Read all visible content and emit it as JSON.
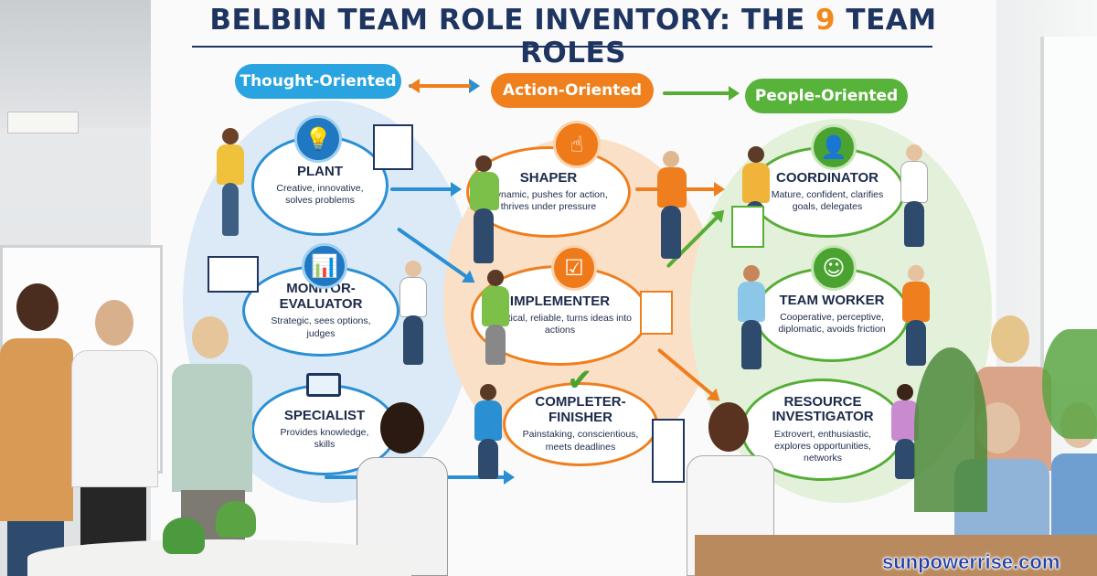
{
  "title": {
    "before": "BELBIN TEAM ROLE INVENTORY: THE ",
    "number": "9",
    "after": " TEAM ROLES"
  },
  "categories": {
    "thought": "Thought-Oriented",
    "action": "Action-Oriented",
    "people": "People-Oriented"
  },
  "roles": {
    "plant": {
      "name": "PLANT",
      "desc": "Creative, innovative, solves problems",
      "icon": "lightbulb-icon"
    },
    "monitor": {
      "name": "MONITOR-EVALUATOR",
      "desc": "Strategic, sees options, judges",
      "icon": "bar-chart-icon"
    },
    "specialist": {
      "name": "SPECIALIST",
      "desc": "Provides knowledge, skills",
      "icon": "laptop-icon"
    },
    "shaper": {
      "name": "SHAPER",
      "desc": "Dynamic, pushes for action, thrives under pressure",
      "icon": "person-pointing-icon"
    },
    "implementer": {
      "name": "IMPLEMENTER",
      "desc": "Practical, reliable, turns ideas into actions",
      "icon": "checklist-icon"
    },
    "completer": {
      "name": "COMPLETER-FINISHER",
      "desc": "Painstaking, conscientious, meets deadlines",
      "icon": "checkmark-icon"
    },
    "coordinator": {
      "name": "COORDINATOR",
      "desc": "Mature, confident, clarifies goals, delegates",
      "icon": "leader-icon"
    },
    "teamworker": {
      "name": "TEAM WORKER",
      "desc": "Cooperative, perceptive, diplomatic, avoids friction",
      "icon": "smiling-person-icon"
    },
    "investigator": {
      "name": "RESOURCE INVESTIGATOR",
      "desc": "Extrovert, enthusiastic, explores opportunities, networks",
      "icon": "woman-phone-icon"
    }
  },
  "colors": {
    "title": "#1f3561",
    "thought": "#29a4e0",
    "action": "#f0801d",
    "people": "#58b33a",
    "title_number": "#f08a1c"
  },
  "watermark": "sunpowerrise.com"
}
